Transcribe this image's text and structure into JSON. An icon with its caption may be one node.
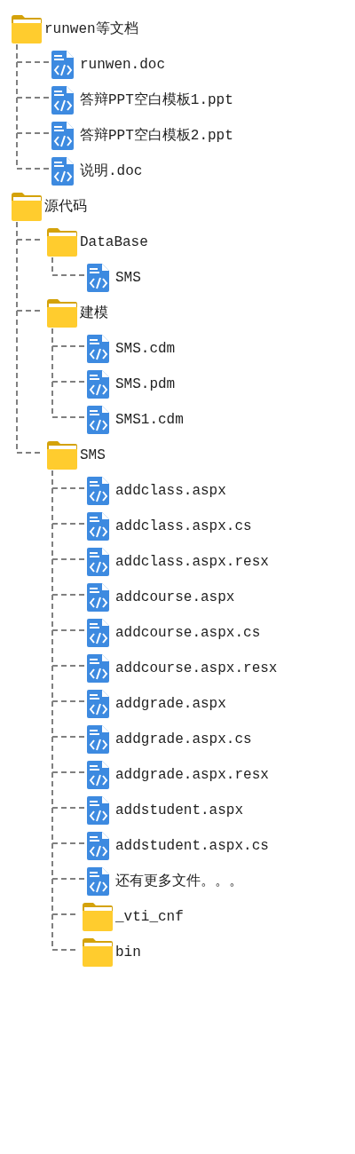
{
  "diagram": {
    "nodes": [
      {
        "text": [
          "runwen等文档"
        ]
      },
      {
        "text": [
          "runwen.doc"
        ]
      },
      {
        "text": [
          "答辩PPT空白模板1.ppt"
        ]
      },
      {
        "text": [
          "答辩PPT空白模板2.ppt"
        ]
      },
      {
        "text": [
          "说明.doc"
        ]
      },
      {
        "text": [
          "源代码"
        ]
      },
      {
        "text": [
          "DataBase"
        ]
      },
      {
        "text": [
          "SMS"
        ]
      },
      {
        "text": [
          "建模"
        ]
      },
      {
        "text": [
          "SMS.cdm"
        ]
      },
      {
        "text": [
          "SMS.pdm"
        ]
      },
      {
        "text": [
          "SMS1.cdm"
        ]
      },
      {
        "text": [
          "SMS"
        ]
      },
      {
        "text": [
          "addclass.aspx"
        ]
      },
      {
        "text": [
          "addclass.aspx.cs"
        ]
      },
      {
        "text": [
          "addclass.aspx.resx"
        ]
      },
      {
        "text": [
          "addcourse.aspx"
        ]
      },
      {
        "text": [
          "addcourse.aspx.cs"
        ]
      },
      {
        "text": [
          "addcourse.aspx.resx"
        ]
      },
      {
        "text": [
          "addgrade.aspx"
        ]
      },
      {
        "text": [
          "addgrade.aspx.cs"
        ]
      },
      {
        "text": [
          "addgrade.aspx.resx"
        ]
      },
      {
        "text": [
          "addstudent.aspx"
        ]
      },
      {
        "text": [
          "addstudent.aspx.cs"
        ]
      },
      {
        "text": [
          "还有更多文件。。。"
        ]
      },
      {
        "text": [
          "_vti_cnf"
        ]
      },
      {
        "text": [
          "bin"
        ]
      }
    ],
    "edges": [
      {
        "from": 0,
        "to": 1,
        "arrow": "none"
      },
      {
        "from": 0,
        "to": 2,
        "arrow": "none"
      },
      {
        "from": 0,
        "to": 3,
        "arrow": "none"
      },
      {
        "from": 0,
        "to": 4,
        "arrow": "none"
      },
      {
        "from": 5,
        "to": 6,
        "arrow": "none"
      },
      {
        "from": 6,
        "to": 7,
        "arrow": "none"
      },
      {
        "from": 5,
        "to": 8,
        "arrow": "none"
      },
      {
        "from": 8,
        "to": 9,
        "arrow": "none"
      },
      {
        "from": 8,
        "to": 10,
        "arrow": "none"
      },
      {
        "from": 8,
        "to": 11,
        "arrow": "none"
      },
      {
        "from": 5,
        "to": 12,
        "arrow": "none"
      },
      {
        "from": 12,
        "to": 13,
        "arrow": "none"
      },
      {
        "from": 12,
        "to": 14,
        "arrow": "none"
      },
      {
        "from": 12,
        "to": 15,
        "arrow": "none"
      },
      {
        "from": 12,
        "to": 16,
        "arrow": "none"
      },
      {
        "from": 12,
        "to": 17,
        "arrow": "none"
      },
      {
        "from": 12,
        "to": 18,
        "arrow": "none"
      },
      {
        "from": 12,
        "to": 19,
        "arrow": "none"
      },
      {
        "from": 12,
        "to": 20,
        "arrow": "none"
      },
      {
        "from": 12,
        "to": 21,
        "arrow": "none"
      },
      {
        "from": 12,
        "to": 22,
        "arrow": "none"
      },
      {
        "from": 12,
        "to": 23,
        "arrow": "none"
      },
      {
        "from": 12,
        "to": 24,
        "arrow": "none"
      },
      {
        "from": 12,
        "to": 25,
        "arrow": "none"
      },
      {
        "from": 12,
        "to": 26,
        "arrow": "none"
      }
    ]
  }
}
